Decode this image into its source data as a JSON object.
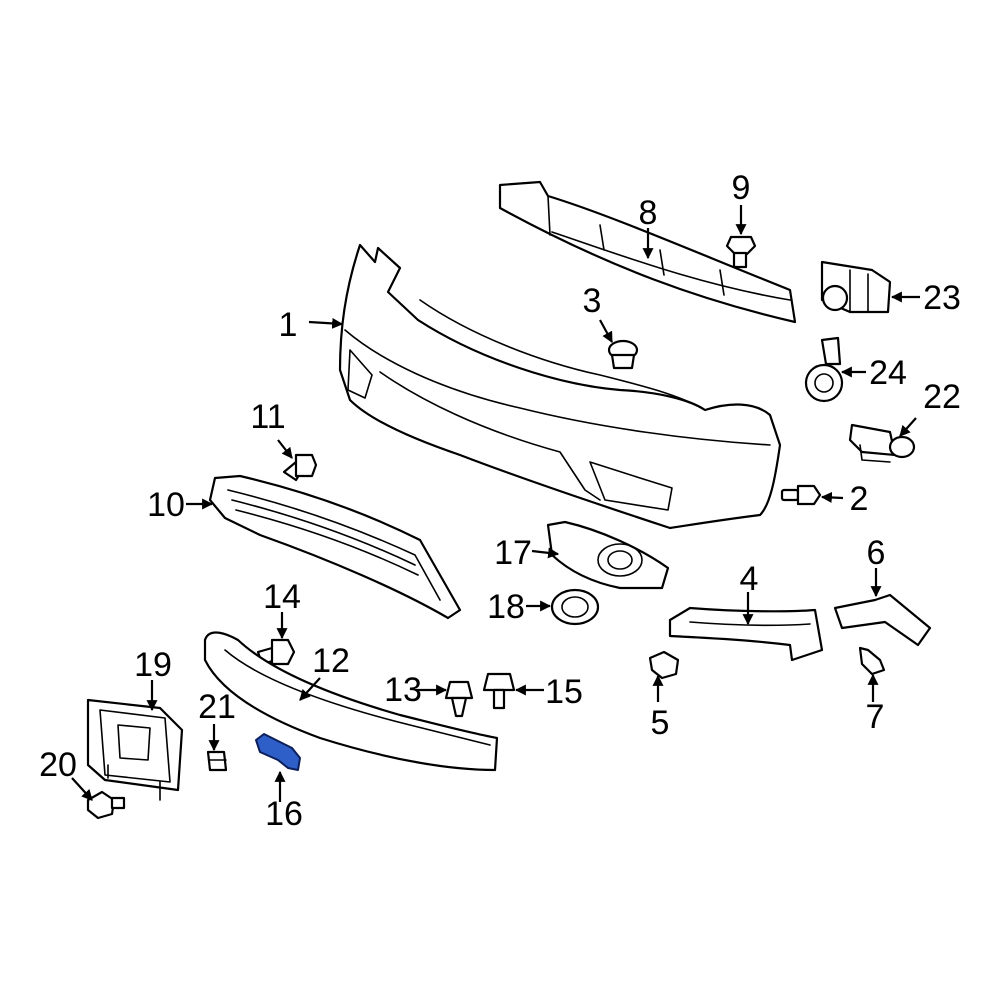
{
  "diagram": {
    "highlight_color": "#2e5fc8",
    "line_color": "#000000",
    "background": "#ffffff",
    "callouts": {
      "c1": "1",
      "c2": "2",
      "c3": "3",
      "c4": "4",
      "c5": "5",
      "c6": "6",
      "c7": "7",
      "c8": "8",
      "c9": "9",
      "c10": "10",
      "c11": "11",
      "c12": "12",
      "c13": "13",
      "c14": "14",
      "c15": "15",
      "c16": "16",
      "c17": "17",
      "c18": "18",
      "c19": "19",
      "c20": "20",
      "c21": "21",
      "c22": "22",
      "c23": "23",
      "c24": "24"
    },
    "highlighted_part": "16"
  }
}
